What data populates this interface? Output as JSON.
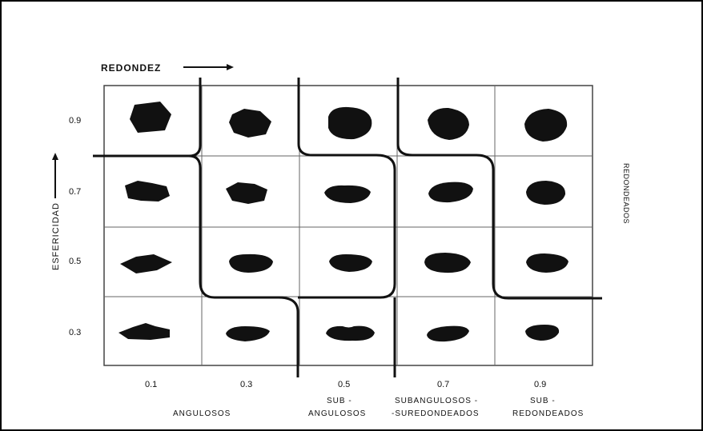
{
  "labels": {
    "redondez": "REDONDEZ",
    "esfericidad": "ESFERICIDAD",
    "right_side": "REDONDEADOS"
  },
  "rows": [
    "0.9",
    "0.7",
    "0.5",
    "0.3"
  ],
  "cols": [
    "0.1",
    "0.3",
    "0.5",
    "0.7",
    "0.9"
  ],
  "classes": {
    "angulosos": "ANGULOSOS",
    "sub_angulosos_1": "SUB -",
    "sub_angulosos_2": "ANGULOSOS",
    "subangulosos_1": "SUBANGULOSOS -",
    "subangulosos_2": "-SUREDONDEADOS",
    "sub_redondeados_1": "SUB -",
    "sub_redondeados_2": "REDONDEADOS"
  },
  "colors": {
    "ink": "#111111",
    "grid": "#555555"
  }
}
